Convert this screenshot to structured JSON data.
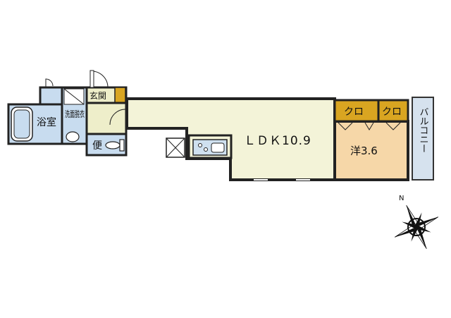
{
  "rooms": {
    "bath": "浴室",
    "washroom": "洗面脱衣",
    "entrance": "玄関",
    "toilet": "便",
    "ldk": "ＬＤＫ10.9",
    "western": "洋3.6",
    "closet_1": "クロ",
    "closet_2": "クロ",
    "balcony": "バルコニー"
  },
  "compass": {
    "north_label": "N"
  },
  "colors": {
    "ldk_floor": "#f3f3d8",
    "western_floor": "#f6d7a8",
    "closet_fill": "#d9a521",
    "wet_area": "#c8dcef",
    "entrance_floor": "#eeeeca",
    "balcony_fill": "#d6e2ee",
    "wall": "#222222"
  }
}
